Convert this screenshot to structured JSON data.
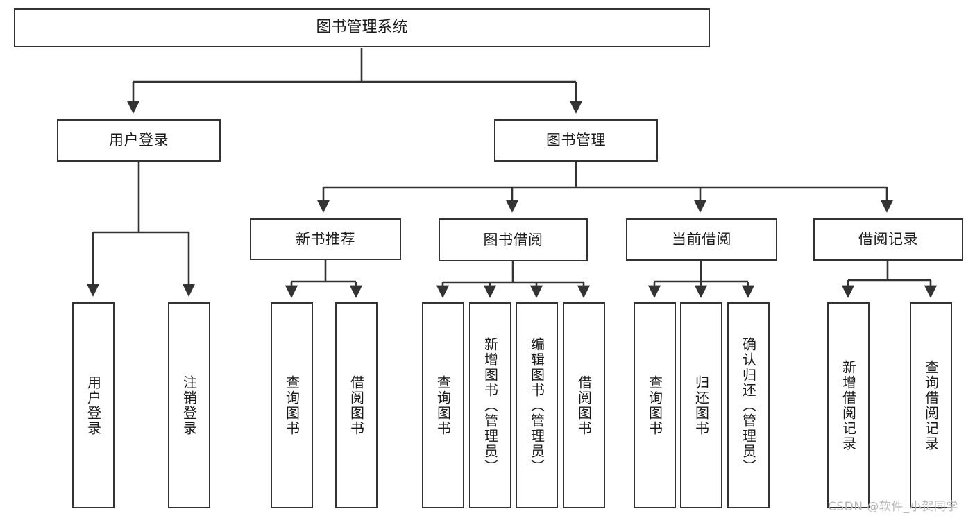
{
  "diagram": {
    "title": "图书管理系统",
    "type": "tree-hierarchy",
    "watermark": "CSDN @软件_小贺同学",
    "colors": {
      "stroke": "#333333",
      "fill": "#ffffff",
      "text": "#1a1a1a",
      "watermark": "#b8b8b8"
    },
    "root": {
      "label": "图书管理系统"
    },
    "level2": [
      {
        "id": "user-login",
        "label": "用户登录"
      },
      {
        "id": "book-manage",
        "label": "图书管理"
      }
    ],
    "level3": [
      {
        "id": "new-book-rec",
        "label": "新书推荐"
      },
      {
        "id": "book-borrow",
        "label": "图书借阅"
      },
      {
        "id": "current-borrow",
        "label": "当前借阅"
      },
      {
        "id": "borrow-record",
        "label": "借阅记录"
      }
    ],
    "leaves": {
      "user_login": [
        {
          "id": "leaf-user-login",
          "label": "用户登录"
        },
        {
          "id": "leaf-logout",
          "label": "注销登录"
        }
      ],
      "new_book_rec": [
        {
          "id": "leaf-query-book-1",
          "label": "查询图书"
        },
        {
          "id": "leaf-borrow-book-1",
          "label": "借阅图书"
        }
      ],
      "book_borrow": [
        {
          "id": "leaf-query-book-2",
          "label": "查询图书"
        },
        {
          "id": "leaf-add-book",
          "label": "新增图书（管理员）"
        },
        {
          "id": "leaf-edit-book",
          "label": "编辑图书（管理员）"
        },
        {
          "id": "leaf-borrow-book-2",
          "label": "借阅图书"
        }
      ],
      "current_borrow": [
        {
          "id": "leaf-query-book-3",
          "label": "查询图书"
        },
        {
          "id": "leaf-return-book",
          "label": "归还图书"
        },
        {
          "id": "leaf-confirm-return",
          "label": "确认归还（管理员）"
        }
      ],
      "borrow_record": [
        {
          "id": "leaf-add-record",
          "label": "新增借阅记录"
        },
        {
          "id": "leaf-query-record",
          "label": "查询借阅记录"
        }
      ]
    }
  }
}
